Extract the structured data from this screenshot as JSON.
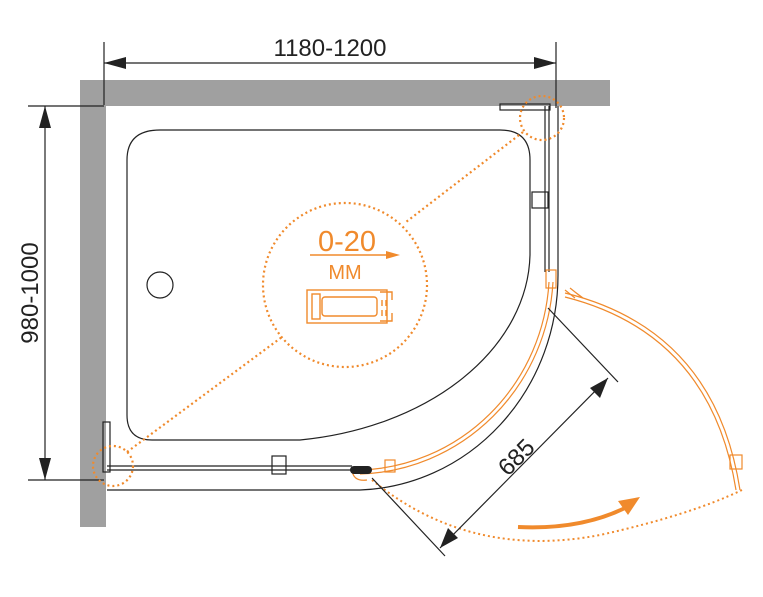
{
  "dimensions": {
    "width": "1180-1200",
    "depth": "980-1000",
    "door_width": "685"
  },
  "detail": {
    "adjustment": "0-20",
    "unit": "MM"
  },
  "colors": {
    "accent": "#f08a2c",
    "wall": "#a0a0a0",
    "line": "#222222"
  }
}
